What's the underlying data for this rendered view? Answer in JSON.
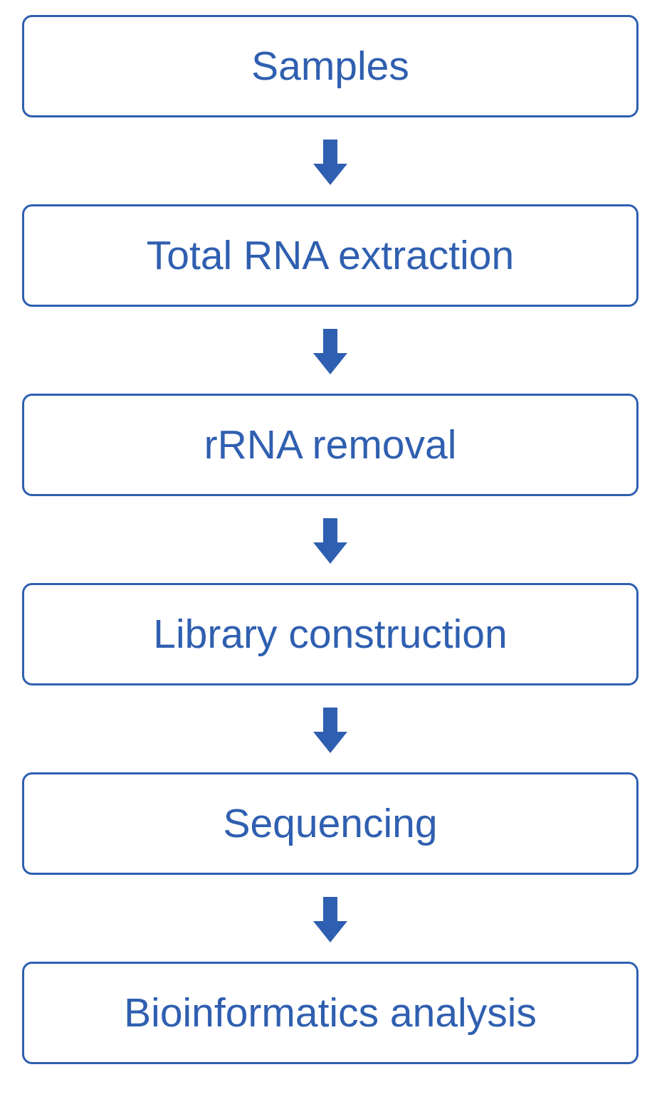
{
  "colors": {
    "accent": "#2f5fb0",
    "background": "#ffffff"
  },
  "steps": [
    {
      "label": "Samples"
    },
    {
      "label": "Total RNA extraction"
    },
    {
      "label": "rRNA removal"
    },
    {
      "label": "Library construction"
    },
    {
      "label": "Sequencing"
    },
    {
      "label": "Bioinformatics analysis"
    }
  ],
  "connectors": [
    {
      "from": "Samples",
      "to": "Total RNA extraction",
      "icon": "arrow-down-icon"
    },
    {
      "from": "Total RNA extraction",
      "to": "rRNA removal",
      "icon": "arrow-down-icon"
    },
    {
      "from": "rRNA removal",
      "to": "Library construction",
      "icon": "arrow-down-icon"
    },
    {
      "from": "Library construction",
      "to": "Sequencing",
      "icon": "arrow-down-icon"
    },
    {
      "from": "Sequencing",
      "to": "Bioinformatics analysis",
      "icon": "arrow-down-icon"
    }
  ]
}
